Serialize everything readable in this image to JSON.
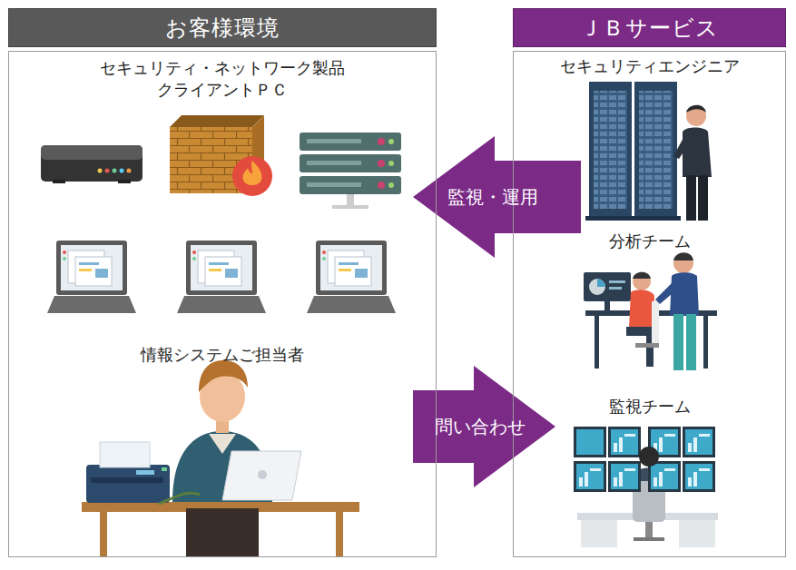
{
  "diagram": {
    "nodes": [
      {
        "text": [
          "お客様環境"
        ]
      },
      {
        "text": [
          "セキュリティ・ネットワーク製品 クライアントＰＣ",
          "情報システムご担当者"
        ]
      },
      {
        "text": [
          "ＪＢサービス"
        ]
      },
      {
        "text": [
          "セキュリティエンジニア",
          "分析チーム",
          "監視チーム"
        ]
      }
    ],
    "edges": [
      {
        "from": 3,
        "to": 1,
        "arrow": "to",
        "label": "監視・運用"
      },
      {
        "from": 1,
        "to": 3,
        "arrow": "to",
        "label": "問い合わせ"
      }
    ]
  }
}
